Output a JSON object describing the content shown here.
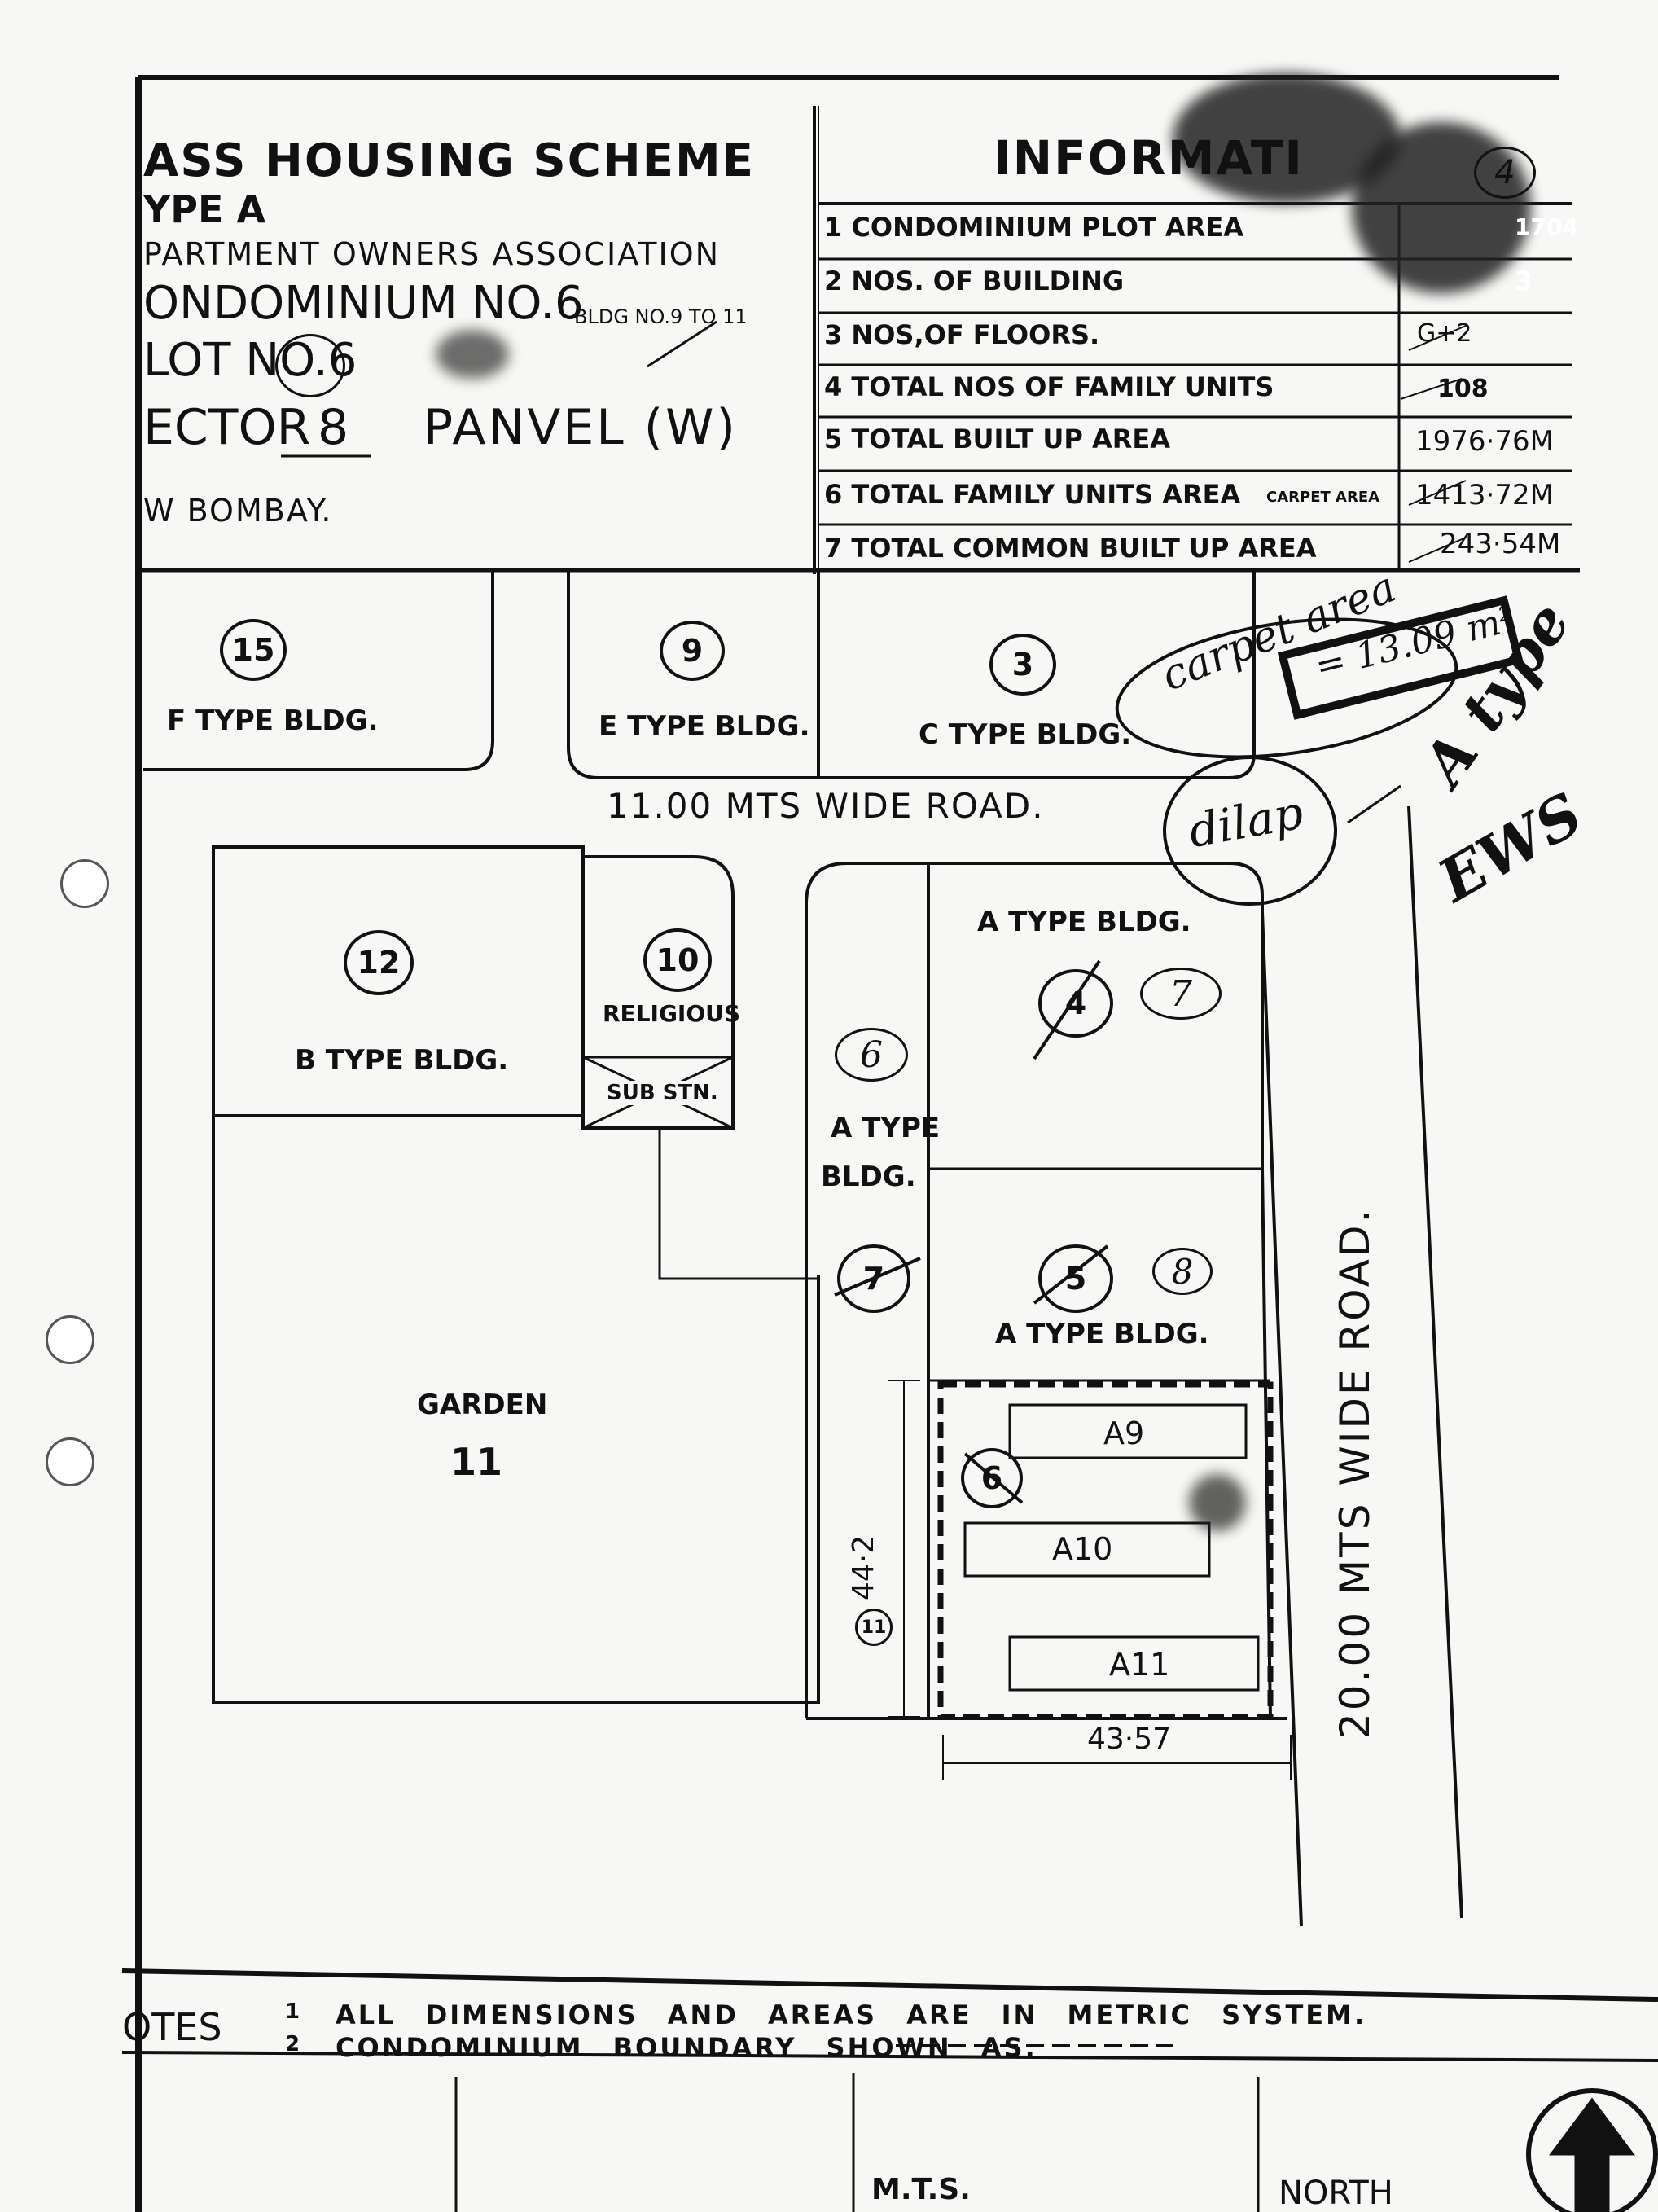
{
  "title": {
    "line1": "ASS HOUSING SCHEME",
    "line2": "YPE A",
    "line3": "PARTMENT OWNERS ASSOCIATION",
    "line4": "ONDOMINIUM NO.6",
    "line4_small": "BLDG NO.9 TO 11",
    "line5": "LOT NO.6",
    "line6a": "ECTOR",
    "line6b": "8",
    "line6c": "PANVEL (W)",
    "line7": "W BOMBAY."
  },
  "info": {
    "heading": "INFORMATI",
    "page_mark": "4",
    "rows": [
      {
        "label": "1 CONDOMINIUM PLOT AREA",
        "value": "1704"
      },
      {
        "label": "2 NOS. OF BUILDING",
        "value": "3"
      },
      {
        "label": "3 NOS,OF FLOORS.",
        "value": "G+2"
      },
      {
        "label": "4 TOTAL NOS OF FAMILY UNITS",
        "value": "108"
      },
      {
        "label": "5 TOTAL BUILT UP AREA",
        "value": "1976·76M"
      },
      {
        "label": "6 TOTAL FAMILY UNITS AREA",
        "label_small": "CARPET AREA",
        "value": "1413·72M"
      },
      {
        "label": "7 TOTAL COMMON BUILT UP AREA",
        "value": "243·54M"
      }
    ]
  },
  "plots": {
    "p15": {
      "num": "15",
      "label": "F TYPE BLDG."
    },
    "p9": {
      "num": "9",
      "label": "E TYPE BLDG."
    },
    "p3": {
      "num": "3",
      "label": "C TYPE BLDG."
    },
    "p12": {
      "num": "12",
      "label": "B TYPE BLDG."
    },
    "p10": {
      "num": "10",
      "label": "RELIGIOUS",
      "sub": "SUB STN."
    },
    "pA_top": {
      "label": "A TYPE BLDG.",
      "num_old": "4",
      "num_new": "7"
    },
    "pA_mid": {
      "label": "A TYPE BLDG.",
      "num_old": "5",
      "num_new": "8"
    },
    "pA_left": {
      "label1": "A TYPE",
      "label2": "BLDG.",
      "num_new": "6",
      "num_old": "7"
    },
    "garden": {
      "label": "GARDEN",
      "num": "11"
    },
    "condo": {
      "num": "6",
      "left_mark": "11",
      "b1": "A9",
      "b2": "A10",
      "b3": "A11",
      "dim_v": "44·2",
      "dim_h": "43·57"
    }
  },
  "roads": {
    "road_h": "11.00 MTS WIDE ROAD.",
    "road_v": "20.00 MTS WIDE ROAD."
  },
  "handwriting": {
    "carpet": "carpet area",
    "carpet_val": "= 13.09 m²",
    "dilap": "dilap",
    "atype": "A type",
    "ews": "EWS"
  },
  "notes": {
    "heading": "OTES",
    "n1_num": "1",
    "n1": "ALL DIMENSIONS AND AREAS ARE IN METRIC SYSTEM.",
    "n2_num": "2",
    "n2": "CONDOMINIUM BOUNDARY SHOWN AS.",
    "mts": "M.T.S.",
    "north": "NORTH"
  }
}
